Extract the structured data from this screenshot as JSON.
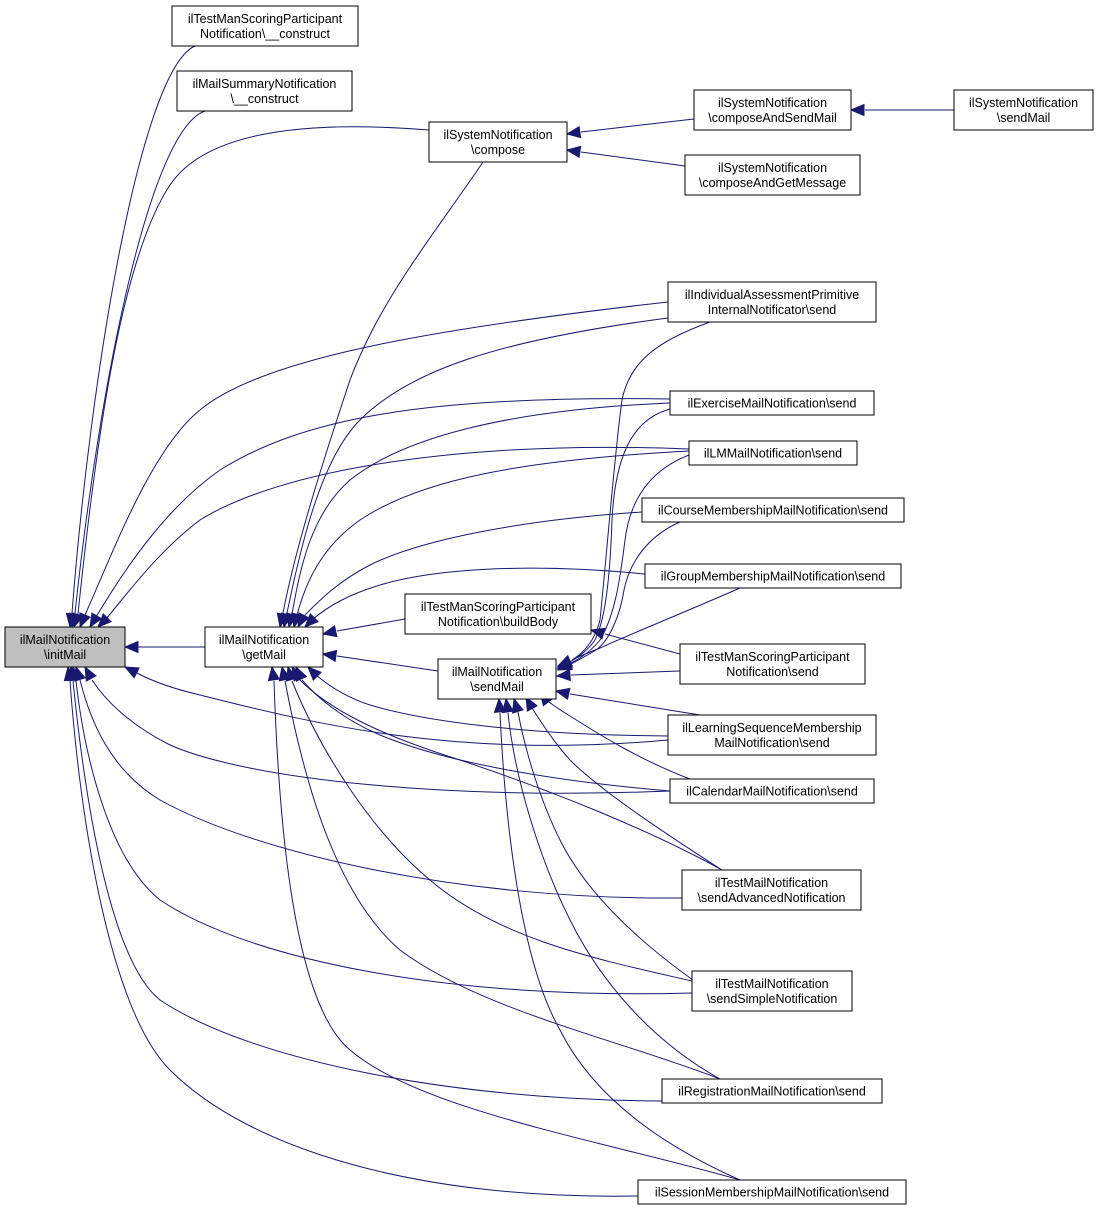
{
  "diagram": {
    "colors": {
      "edge": "#191970",
      "focus_fill": "#bfbfbf",
      "node_fill": "#ffffff",
      "node_stroke": "#000000"
    },
    "nodes": [
      {
        "id": "initMail",
        "lines": [
          "ilMailNotification",
          "\\initMail"
        ],
        "focus": true
      },
      {
        "id": "getMail",
        "lines": [
          "ilMailNotification",
          "\\getMail"
        ]
      },
      {
        "id": "tmsConstruct",
        "lines": [
          "ilTestManScoringParticipant",
          "Notification\\__construct"
        ]
      },
      {
        "id": "summaryConstruct",
        "lines": [
          "ilMailSummaryNotification",
          "\\__construct"
        ]
      },
      {
        "id": "compose",
        "lines": [
          "ilSystemNotification",
          "\\compose"
        ]
      },
      {
        "id": "composeAndSendMail",
        "lines": [
          "ilSystemNotification",
          "\\composeAndSendMail"
        ]
      },
      {
        "id": "sysSendMail",
        "lines": [
          "ilSystemNotification",
          "\\sendMail"
        ]
      },
      {
        "id": "composeAndGetMessage",
        "lines": [
          "ilSystemNotification",
          "\\composeAndGetMessage"
        ]
      },
      {
        "id": "iaSend",
        "lines": [
          "ilIndividualAssessmentPrimitive",
          "InternalNotificator\\send"
        ]
      },
      {
        "id": "exerciseSend",
        "lines": [
          "ilExerciseMailNotification\\send"
        ]
      },
      {
        "id": "lmSend",
        "lines": [
          "ilLMMailNotification\\send"
        ]
      },
      {
        "id": "courseSend",
        "lines": [
          "ilCourseMembershipMailNotification\\send"
        ]
      },
      {
        "id": "groupSend",
        "lines": [
          "ilGroupMembershipMailNotification\\send"
        ]
      },
      {
        "id": "tmsBuildBody",
        "lines": [
          "ilTestManScoringParticipant",
          "Notification\\buildBody"
        ]
      },
      {
        "id": "sendMail",
        "lines": [
          "ilMailNotification",
          "\\sendMail"
        ]
      },
      {
        "id": "tmsSend",
        "lines": [
          "ilTestManScoringParticipant",
          "Notification\\send"
        ]
      },
      {
        "id": "lsSend",
        "lines": [
          "ilLearningSequenceMembership",
          "MailNotification\\send"
        ]
      },
      {
        "id": "calendarSend",
        "lines": [
          "ilCalendarMailNotification\\send"
        ]
      },
      {
        "id": "testAdvanced",
        "lines": [
          "ilTestMailNotification",
          "\\sendAdvancedNotification"
        ]
      },
      {
        "id": "testSimple",
        "lines": [
          "ilTestMailNotification",
          "\\sendSimpleNotification"
        ]
      },
      {
        "id": "registrationSend",
        "lines": [
          "ilRegistrationMailNotification\\send"
        ]
      },
      {
        "id": "sessionSend",
        "lines": [
          "ilSessionMembershipMailNotification\\send"
        ]
      }
    ],
    "edges": [
      {
        "from": "getMail",
        "to": "initMail"
      },
      {
        "from": "tmsConstruct",
        "to": "initMail"
      },
      {
        "from": "summaryConstruct",
        "to": "initMail"
      },
      {
        "from": "compose",
        "to": "initMail"
      },
      {
        "from": "iaSend",
        "to": "initMail"
      },
      {
        "from": "exerciseSend",
        "to": "initMail"
      },
      {
        "from": "lmSend",
        "to": "initMail"
      },
      {
        "from": "lsSend",
        "to": "initMail"
      },
      {
        "from": "calendarSend",
        "to": "initMail"
      },
      {
        "from": "testAdvanced",
        "to": "initMail"
      },
      {
        "from": "testSimple",
        "to": "initMail"
      },
      {
        "from": "registrationSend",
        "to": "initMail"
      },
      {
        "from": "sessionSend",
        "to": "initMail"
      },
      {
        "from": "composeAndSendMail",
        "to": "compose"
      },
      {
        "from": "composeAndGetMessage",
        "to": "compose"
      },
      {
        "from": "sysSendMail",
        "to": "composeAndSendMail"
      },
      {
        "from": "compose",
        "to": "getMail"
      },
      {
        "from": "iaSend",
        "to": "getMail"
      },
      {
        "from": "exerciseSend",
        "to": "getMail"
      },
      {
        "from": "lmSend",
        "to": "getMail"
      },
      {
        "from": "courseSend",
        "to": "getMail"
      },
      {
        "from": "groupSend",
        "to": "getMail"
      },
      {
        "from": "tmsBuildBody",
        "to": "getMail"
      },
      {
        "from": "sendMail",
        "to": "getMail"
      },
      {
        "from": "lsSend",
        "to": "getMail"
      },
      {
        "from": "calendarSend",
        "to": "getMail"
      },
      {
        "from": "testAdvanced",
        "to": "getMail"
      },
      {
        "from": "testSimple",
        "to": "getMail"
      },
      {
        "from": "registrationSend",
        "to": "getMail"
      },
      {
        "from": "sessionSend",
        "to": "getMail"
      },
      {
        "from": "tmsSend",
        "to": "tmsBuildBody"
      },
      {
        "from": "iaSend",
        "to": "sendMail"
      },
      {
        "from": "exerciseSend",
        "to": "sendMail"
      },
      {
        "from": "lmSend",
        "to": "sendMail"
      },
      {
        "from": "courseSend",
        "to": "sendMail"
      },
      {
        "from": "groupSend",
        "to": "sendMail"
      },
      {
        "from": "tmsSend",
        "to": "sendMail"
      },
      {
        "from": "lsSend",
        "to": "sendMail"
      },
      {
        "from": "calendarSend",
        "to": "sendMail"
      },
      {
        "from": "testAdvanced",
        "to": "sendMail"
      },
      {
        "from": "testSimple",
        "to": "sendMail"
      },
      {
        "from": "registrationSend",
        "to": "sendMail"
      },
      {
        "from": "sessionSend",
        "to": "sendMail"
      }
    ]
  }
}
